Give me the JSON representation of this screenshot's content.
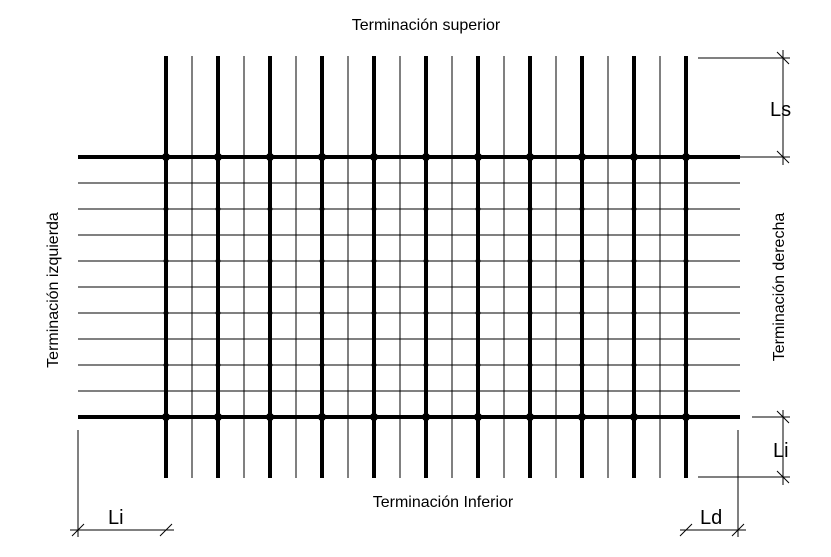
{
  "labels": {
    "top": "Terminación superior",
    "bottom": "Terminación Inferior",
    "left": "Terminación izquierda",
    "right": "Terminación derecha"
  },
  "dimensions": {
    "ls": "Ls",
    "li_right": "Li",
    "li_bottom": "Li",
    "ld": "Ld"
  },
  "mesh": {
    "thick_vertical_bars": 11,
    "thin_vertical_bars_between": 1,
    "horizontal_bars": 11
  },
  "colors": {
    "line": "#000000",
    "background": "#ffffff"
  }
}
